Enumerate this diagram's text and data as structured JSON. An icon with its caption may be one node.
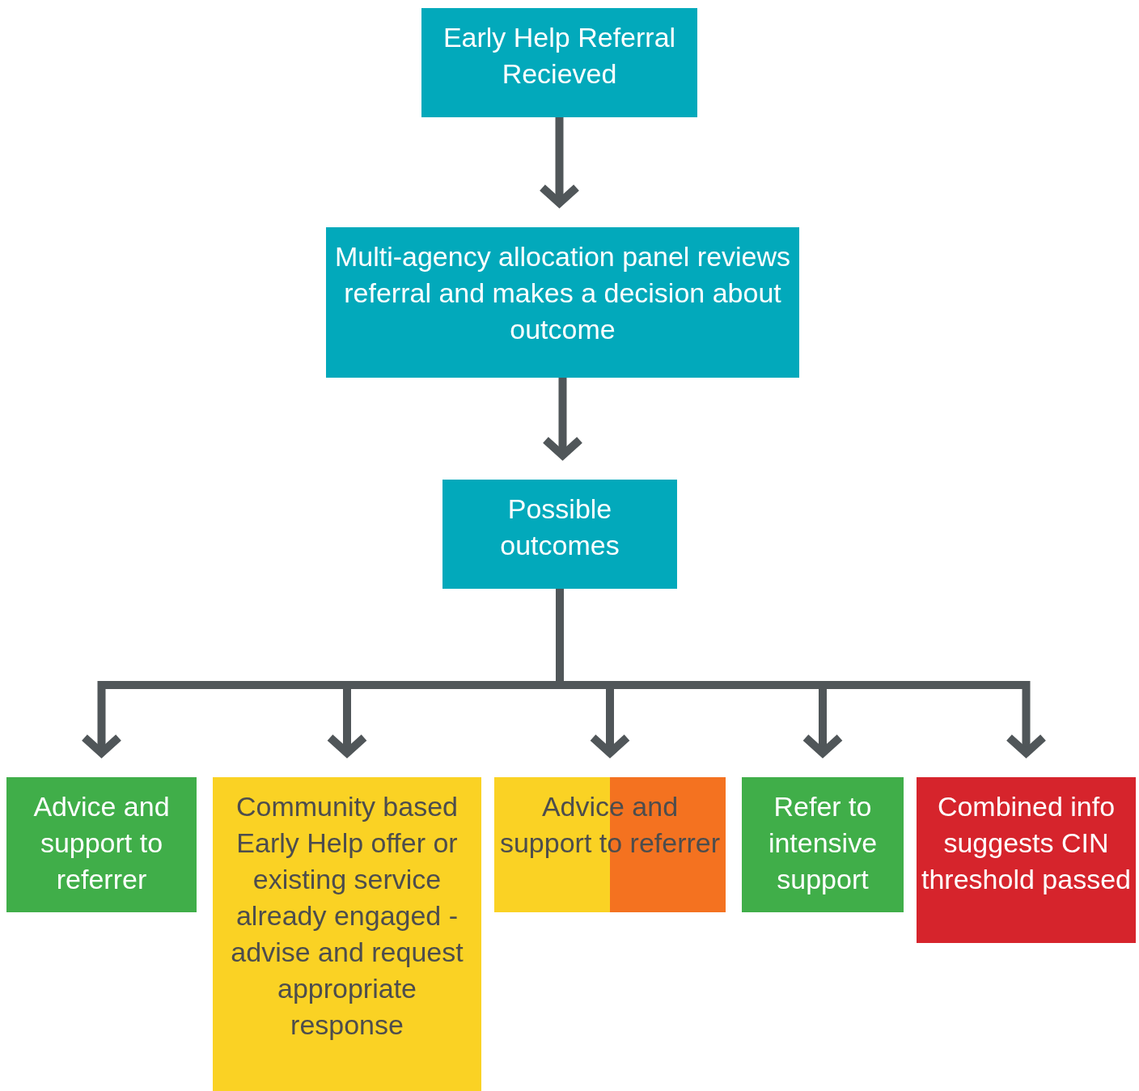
{
  "diagram": {
    "nodes": [
      {
        "text": [
          "Early Help Referral Recieved"
        ]
      },
      {
        "text": [
          "Multi-agency allocation panel reviews referral and makes a decision about outcome"
        ]
      },
      {
        "text": [
          "Possible outcomes"
        ]
      },
      {
        "text": [
          "Advice and support to referrer"
        ]
      },
      {
        "text": [
          "Community based Early Help offer or existing service already engaged - advise and request appropriate response"
        ]
      },
      {
        "text": [
          "Advice and support to referrer"
        ]
      },
      {
        "text": [
          "Refer to intensive support"
        ]
      },
      {
        "text": [
          "Combined info suggests CIN threshold passed"
        ]
      }
    ],
    "edges": [
      {
        "from": 0,
        "to": 1,
        "arrow": "to"
      },
      {
        "from": 1,
        "to": 2,
        "arrow": "to"
      },
      {
        "from": 2,
        "to": 3,
        "arrow": "to"
      },
      {
        "from": 2,
        "to": 4,
        "arrow": "to"
      },
      {
        "from": 2,
        "to": 5,
        "arrow": "to"
      },
      {
        "from": 2,
        "to": 6,
        "arrow": "to"
      },
      {
        "from": 2,
        "to": 7,
        "arrow": "to"
      }
    ]
  }
}
